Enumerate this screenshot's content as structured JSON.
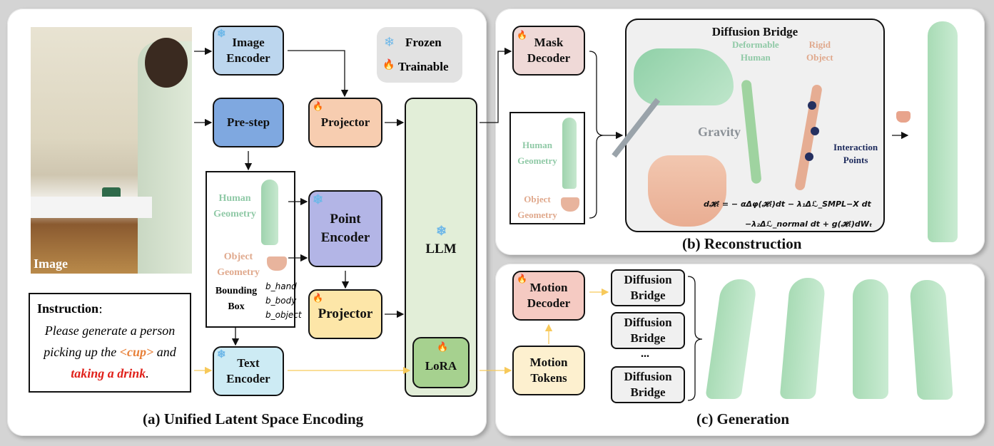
{
  "legend": {
    "frozen": "Frozen",
    "trainable": "Trainable"
  },
  "icons": {
    "frozen": "❄",
    "trainable": "🔥"
  },
  "colors": {
    "image_encoder": "#bcd6ee",
    "pre_step": "#7fa8e0",
    "projector1": "#f7cdb0",
    "point_encoder": "#b3b5e6",
    "projector2": "#fde6a8",
    "llm": "#e2eed8",
    "lora": "#a6d18f",
    "text_encoder": "#cdebf4",
    "mask_decoder": "#efd9d7",
    "motion_decoder": "#f5cac2",
    "motion_tokens": "#fdf0cf",
    "diffusion_bridge_box": "#f0f0f0",
    "human_geometry": "#8fc9a6",
    "object_geometry": "#e0a98d",
    "highlight_orange": "#e8813a",
    "highlight_red": "#e0201a",
    "flow_yellow": "#f7c95a"
  },
  "panel_a": {
    "caption": "(a) Unified Latent Space Encoding",
    "image_label": "Image",
    "image_encoder": "Image\nEncoder",
    "pre_step": "Pre-step",
    "projector_top": "Projector",
    "geometry": {
      "human": "Human\nGeometry",
      "object": "Object\nGeometry",
      "bbox_label": "Bounding\nBox",
      "bbox_items": [
        "b_hand",
        "b_body",
        "b_object"
      ]
    },
    "point_encoder": "Point\nEncoder",
    "projector_bottom": "Projector",
    "llm": "LLM",
    "lora": "LoRA",
    "text_encoder": "Text\nEncoder",
    "instruction": {
      "title": "Instruction",
      "colon": "：",
      "line1": "Please generate a person",
      "line2_pre": "picking up the ",
      "line2_obj": "<cup>",
      "line2_post": " and",
      "line3_action": "taking a drink",
      "line3_end": "."
    }
  },
  "panel_b": {
    "caption": "(b) Reconstruction",
    "mask_decoder": "Mask\nDecoder",
    "human_geometry": "Human\nGeometry",
    "object_geometry": "Object\nGeometry",
    "diffusion_bridge": {
      "title": "Diffusion Bridge",
      "deformable_human": "Deformable\nHuman",
      "rigid_object": "Rigid\nObject",
      "gravity": "Gravity",
      "interaction_points": "Interaction\nPoints",
      "equation_line1": "d𝓗ₜ = − αΔφ(𝓗ₜ)dt − λ₁Δℒ_SMPL−X dt",
      "equation_line2": "−λ₂Δℒ_normal dt + g(𝓗ₜ)dWₜ"
    }
  },
  "panel_c": {
    "caption": "(c) Generation",
    "motion_decoder": "Motion\nDecoder",
    "motion_tokens": "Motion\nTokens",
    "bridges": [
      "Diffusion\nBridge",
      "Diffusion\nBridge",
      "Diffusion\nBridge"
    ],
    "ellipsis": "..."
  }
}
